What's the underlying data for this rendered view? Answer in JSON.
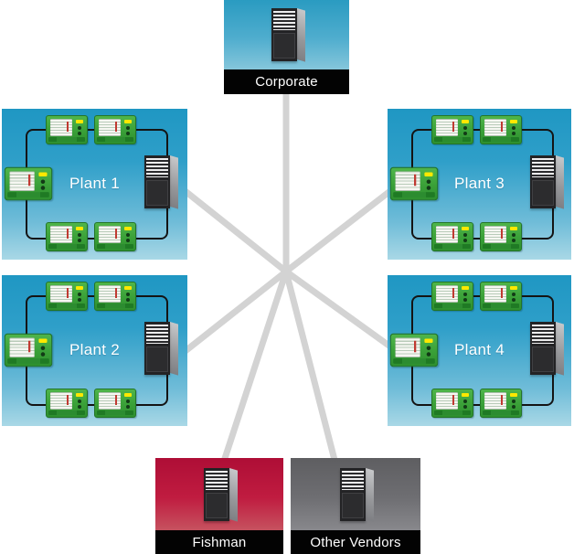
{
  "topology": {
    "type": "hub-and-spoke",
    "description": "Central junction connecting Corporate, four Plant ring networks, Fishman, and Other Vendors",
    "links": [
      "Corporate",
      "Plant 1",
      "Plant 2",
      "Plant 3",
      "Plant 4",
      "Fishman",
      "Other Vendors"
    ],
    "plant_ring": {
      "devices_per_ring": 5,
      "servers_per_ring": 1
    }
  },
  "nodes": {
    "corporate": {
      "label": "Corporate"
    },
    "plants": [
      {
        "name": "Plant 1"
      },
      {
        "name": "Plant 2"
      },
      {
        "name": "Plant 3"
      },
      {
        "name": "Plant 4"
      }
    ],
    "fishman": {
      "label": "Fishman"
    },
    "other_vendors": {
      "label": "Other Vendors"
    }
  },
  "colors": {
    "plant_bg_top": "#1f97c3",
    "plant_bg_bottom": "#a9d8e6",
    "corporate_bg_top": "#2a9bc1",
    "corporate_bg_bottom": "#85c6db",
    "fishman_bg_top": "#ae0e36",
    "fishman_bg_bottom": "#c6525f",
    "vendors_bg_top": "#5e5e61",
    "vendors_bg_bottom": "#88888c",
    "label_bar": "#030303",
    "label_text": "#ffffff",
    "link_line": "#d3d3d3",
    "ring_line": "#141414",
    "device_green": "#3aa038",
    "device_led_yellow": "#ffe800"
  }
}
